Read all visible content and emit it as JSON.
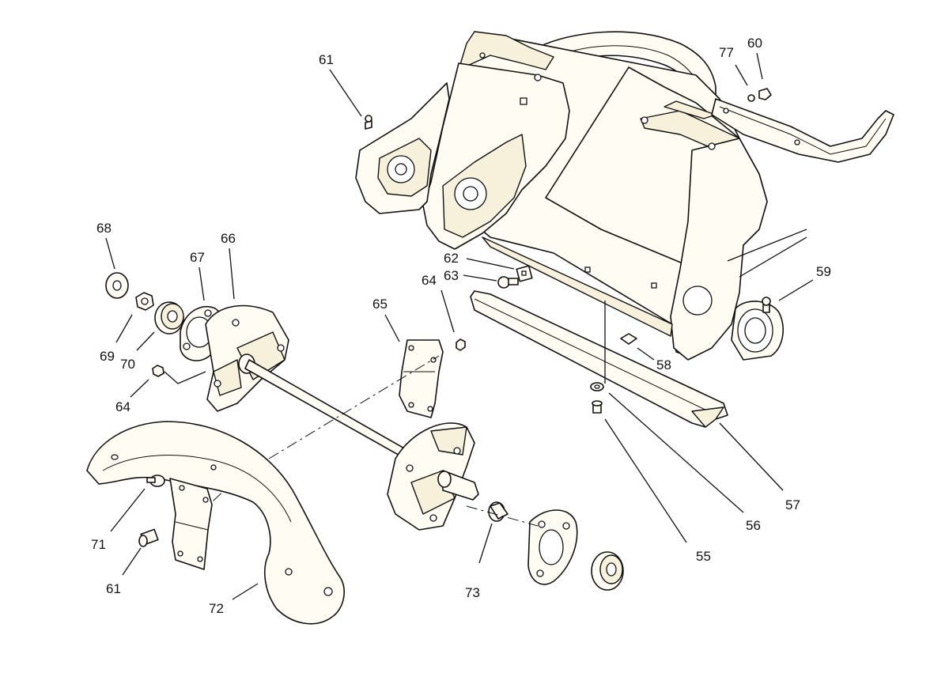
{
  "callouts": {
    "c61_top": "61",
    "c77": "77",
    "c60": "60",
    "c68": "68",
    "c66": "66",
    "c67": "67",
    "c62": "62",
    "c63": "63",
    "c64_mid": "64",
    "c65": "65",
    "c59": "59",
    "c69": "69",
    "c70": "70",
    "c64_left": "64",
    "c58": "58",
    "c57": "57",
    "c56": "56",
    "c55": "55",
    "c71": "71",
    "c61_bottom": "61",
    "c73": "73",
    "c72": "72"
  }
}
